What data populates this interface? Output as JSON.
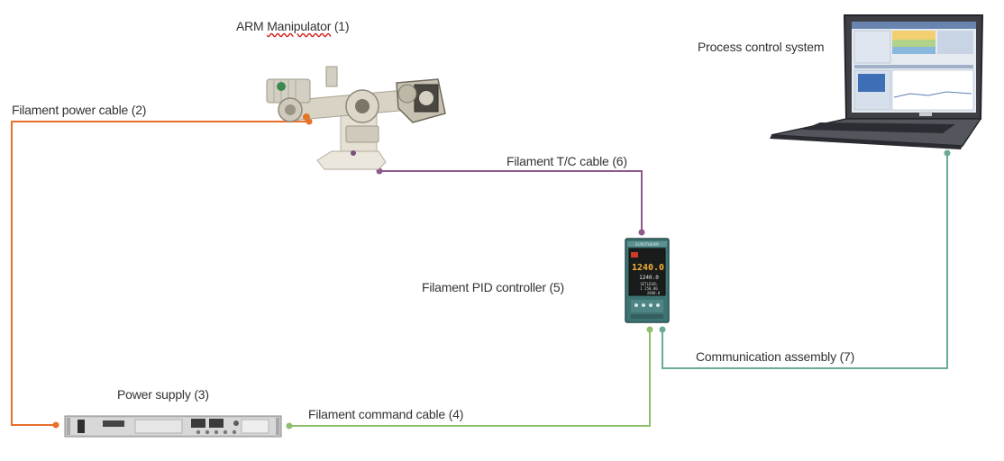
{
  "labels": {
    "arm_prefix": "ARM ",
    "arm_word": "Manipulator",
    "arm_suffix": " (1)",
    "filament_power_cable": "Filament power cable (2)",
    "power_supply": "Power supply (3)",
    "filament_command_cable": "Filament command cable (4)",
    "filament_pid_controller": "Filament PID controller (5)",
    "filament_tc_cable": "Filament T/C cable (6)",
    "communication_assembly": "Communication assembly (7)",
    "process_control_system": "Process control system"
  },
  "controller_display": {
    "brand": "EUROTHERM",
    "main_value": "1240.0",
    "sub_value": "1240.0",
    "lines": [
      "SETLEVEL",
      "1 250.00",
      "2000.0"
    ]
  },
  "colors": {
    "power_cable": "#e8702a",
    "tc_cable": "#8e5a8c",
    "command_cable": "#8dbf6e",
    "communication_cable": "#6aaa98"
  }
}
